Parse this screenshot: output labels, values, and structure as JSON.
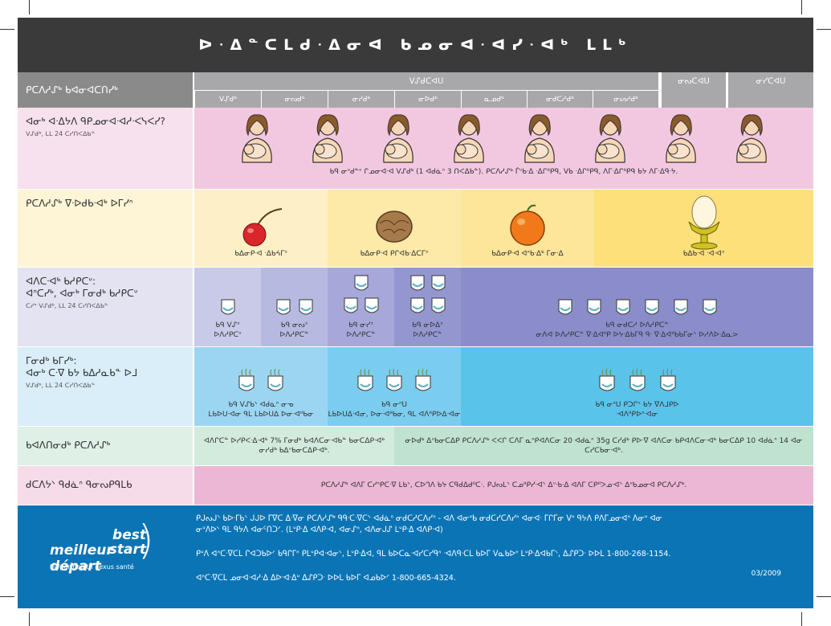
{
  "title": "ᐅᐧᐃᓐᑕᒪᑯᐧᐃᓂᐊ ᑲᓄᓂᐊᐧᐊᓯᐧᐊᒃ ᒪᒪᒃ",
  "header": {
    "left": "ᑭᑕᐱᓱᔑᒃ ᑲᐊᓂᐊᑕᑎᓯᒃ",
    "group1": "ᐯᔑᑯᑕᐊᑌ",
    "subs": [
      "ᐯᔑᑯᒃ",
      "ᓂᔓᑯᒃ",
      "ᓂᓯᑯᒃ",
      "ᓂᐅᑯᒃ",
      "ᓇᓄᑯᒃ",
      "ᓂᑯᑕᓱᑯᒃ",
      "ᓂᔕᓱᑯᒃ"
    ],
    "group2": "ᓂᔓᑕᐊᑌ",
    "group3": "ᓂᓯᑕᐊᑌ"
  },
  "rows": {
    "r1": {
      "title": "ᐊᓂᒃ ᐊᐧᐃᔭᐱ ᑫᑭᓄᓂᐊᐧᐊᓱᐧᐸᓭᐸᓯ?",
      "sub": "ᐯᔑᑯᒃ, ᒪᒪ 24 ᑕᓯᑎᐸᐃᑲᓐ",
      "caption": "ᑲᑫ ᓂᐡᑯᓐᐡ ᒋᓄᓂᐊᐧᐊ ᐯᔑᑯᒃ (1 ᐊᑯᓈᐢ 3 ᑎᐸᐃᑲᓐ). ᑭᑕᐱᓱᔑᒃ ᒦᐡᑲᐧᐃ ᐧᐃᒋᐦᑭᑫ, ᐯᑲ ᐧᐃᒋᐦᑭᑫ, ᐱᒥᐧᐃᒋᐦᑭᑫ ᑲᔭ ᐱᒥᐧᐃᑫᐧᔭ."
    },
    "r2": {
      "title": "ᑭᑕᐱᓱᔑᒃ ᐁᐧᐅᑯᑲᐧᐊᒃ ᐅᒥᓯᐢ",
      "c1": "ᑲᐃᓂᑭᐧᐊ ᐧᐃᑲᔦᒥᐣ",
      "c2": "ᑲᐃᓂᑭᐧᐊ ᑭᒋᐊᑲᐧᐃᑕᒥᐣ",
      "c3": "ᑲᐃᓂᑭᐧᐊ ᐊᐢᑲᐧᐃᒃ ᒥᓂᐧᐃ",
      "c4": "ᑲᐃᑲᐧᐊ ᐧᐊᐧᐊᐣ"
    },
    "r3": {
      "title": "ᐊᐱᑕᐧᐊᒃ ᑲᓱᑭᑕᐡ:",
      "title2": "ᐊᐢᑕᓯᒃ, ᐊᓂᒃ ᒥᓂᑯᒃ ᑲᓱᑭᑕᐡ",
      "sub": "ᑕᓯᐣ ᐯᔑᑯᒃ, ᒪᒪ 24 ᑕᓯᑎᐸᐃᑲᓐ",
      "c1": "ᑲᑫ ᐯᔑᐣ\nᐅᐱᓱᑭᑕᐡ",
      "c2": "ᑲᑫ ᓂᔓᐣ\nᐅᐱᓱᑭᑕᓐ",
      "c3": "ᑲᑫ ᓂᓯᐣ\nᐅᐱᓱᑭᑕᓐ",
      "c4": "ᑲᑫ ᓂᐅᐃᐣ\nᐅᐱᓱᑭᑕᓐ",
      "c5": "ᑲᑫ ᓂᑯᑕᓱ ᐅᐱᓱᑭᑕᓐ\nᓂᐱᐊ ᐅᐱᓱᑭᑕᓐ ᐁᐧᐃᐊᐦᑭ ᐅᔭᐧᐃᑲᒥᑫ ᑫᐧ ᐁᐧᐃᐊᐦᑲᑲᒥᓂᐠ ᐅᓱᐱᐅᐧᐃᓇ>"
    },
    "r4": {
      "title": "ᒥᓂᑯᒃ ᑲᒥᓯᒃ:",
      "title2": "ᐊᓂᒃ ᑕᐧᐁ ᑲᔭ ᑲᐃᓱᓇᑲᓐ ᐅᒧ",
      "sub": "ᐯᔑᑯᒃ, ᒪᒪ 24 ᑕᓯᑎᐸᐃᑲᓐ",
      "c1": "ᑲᑫ ᐯᔑᑲᐠ ᐊᑯᓈᐢ ᓂᓀ\nᒪᑲᐅᑌᐧᐊᓂ ᑫᒪ ᒪᑲᐅᑌᐃ ᐅᓂᐧᐊᐦᑲᓂ",
      "c2": "ᑲᑫ ᓂᐢᑌ\nᒪᑲᐅᑌᐃᐧᐊᓂ, ᐅᓂᐧᐊᐦᑲᓂ, ᑫᒪ ᐊᐱᐦᑭᐅᐃᐧᐊᓂ",
      "c3": "ᑲᑫ ᓂᐢᑌ ᑭᑐᒋᐠ ᑲᔭ ᐁᐱᒧᑭᐅ\nᐧᐊᐱᐦᑭᐅᐢᐧᐊᓂ"
    },
    "r5": {
      "title": "ᑲᐊᐱᑎᓂᑯᒃ ᑭᑕᐱᓱᔑᒃ",
      "c1": "ᐊᐱᒋᑕᓐ ᐅᓯᑭᐸᐧᐃᐧᐊᒃ 7% ᒥᓂᑯᒃ ᑲᐊᐱᑕᓂᐧᐊᑲᓐ ᑲᓂᑕᐃᑭᐧᐊᒃ ᓂᓯᑯᒃ ᑲᐃᐡᑲᓂᑕᐃᑭᐧᐊᒃ.",
      "c2": "ᓂᐅᑯᒃ ᐃᐡᑲᓂᑕᐃᑭ ᑭᑕᐱᓱᔑᒃ ᐸᐸᒋ ᑕᐱᒥ ᓇᐢᑭᐊᐱᑕᓂ 20 ᐊᑯᓈᐢ 35g ᑕᓯᑯᒃ ᑭᐅᐧᐁ ᐊᐱᑕᓂ ᑲᑭᐊᐱᑕᓂᐧᐊᒃ ᑲᓂᑕᐃᑭ 10 ᐊᑯᓈᐢ 14 ᐊᓂ ᑕᓯᑕᑲᓂᐧᐊᒃ."
    },
    "r6": {
      "title": "ᑯᑕᐱᔭᐠ ᑫᑯᓈᐢ ᑫᓂᔓᑭᑫᒪᑲ",
      "c1": "ᑭᑕᐱᓱᔑᒃ ᐊᐱᒥ ᑕᓯᐢᑭᑕᐧᐁ ᒪᑲᐠ, ᑕᐅᒉᐱ ᑲᔭ ᑕᑫᑯᐃᑯᐦᑕᐧ. ᑭᒍᔓᒪᐠ ᑕᓄᐦᑭᓯᐧᐊᐠ ᐃᐡᐧᑲᐧᐃ ᐊᐱᒥ ᑕᑭᐦᐳᓄᐧᐊᐠ ᐃᐡᑲᓄᓂᐊ ᑭᑕᐱᓱᔑᒃ."
    }
  },
  "footer": {
    "p1": "ᑭᒍᔓᒍᐠ ᑲᐅᐧᒥᑲᐠ ᒍᒍᐅ ᒥᐁᑕ ᐃᐧᐁᓂ ᑭᑕᐱᓱᔑᒃ ᑫᑫᐧᑕᐧᐁᑕᐠ ᐊᑯᓈᐢ ᓂᑯᑕᓱᑕᐱᓯᐢ - ᐊᐱ ᐊᓂᐡᑲ ᓂᑯᑕᓯᑕᐱᓯᐢ ᐊᓂᐊᐧ ᒥᒋᒥᓂ ᐯᐡ ᑫᔭᐱ ᑭᐱᒥᓄᓂᐊᐢ ᐱᓂᐡ ᐊᓂ",
    "p1b": "ᓂᐣᐱᐅᐠ ᑫᒪ ᑫᔭᐱ ᐊᓂᑦᑎᑐᐟ. (ᒪᐡᑭᐧᐃ ᐊᐱᑭᐧᐊ, ᐊᓂᔑᐢ, ᐊᐱᓂᒍᔑ ᒪᐡᑭᐧᐃ ᐊᐱᑭᐧᐊ)",
    "p2": "ᑭᐡᐱ ᐊᐢᑕᐧᐁᑕᒪ ᒋᐊᑐᑲᐅᐟ ᑲᑫᒋᒥᐢ ᑭᒪᐡᑭᐊᐧᐊᓂᐠ, ᒪᐡᑭᐧᐃᐊ, ᑫᒪ ᑲᐅᑕᓇᐧᐊᓯᑕᓯᑫᐢ ᐧᐊᐱᑫᐧᑕᒪ ᑲᐅᒥ ᐯᓇᑲᐅᐢ ᒪᐡᑭᐧᐃᐊᑲᒥᐠ, ᐃᔑᑭᑐᐧ ᐅᐅᒪ 1-800-268-1154.",
    "p3": "ᐊᐢᑕᐧᐁᑕᒪ ᓄᓂᐊᐧᐊᓱᐧᐃ ᐃᐅᐧᐊᐧᐃᐡ ᐃᔑᑭᑐᐧ ᐅᐅᒪ ᑲᐅᒥ ᐊᓄᑲᐅᐟ 1-800-665-4324.",
    "logo1": "best start",
    "logo2": "meilleur départ",
    "logo3": "by/par health nexus santé",
    "date": "03/2009"
  },
  "colors": {
    "row1": "#f2c8e0",
    "row2": "#fde9a8",
    "row3": "#a5a8d8",
    "row4": "#5ac3ea",
    "row5": "#bfe3d0",
    "row6": "#ebb7d4",
    "footer": "#0b74b5"
  }
}
